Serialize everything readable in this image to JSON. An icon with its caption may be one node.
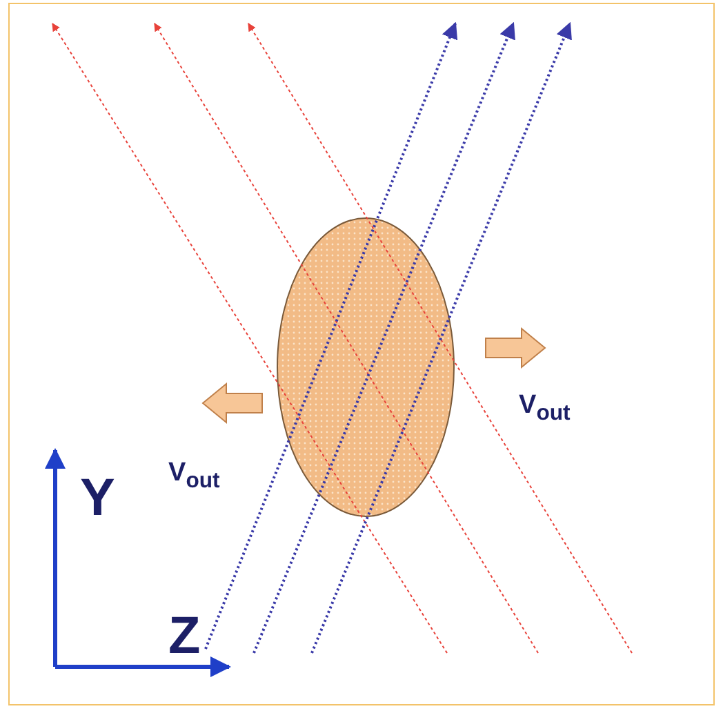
{
  "diagram": {
    "nodes": [
      {
        "text": [],
        "shape": "ellipse"
      }
    ],
    "labels": [
      "V$_{out}$",
      "V$_{out}$",
      "Y",
      "Z"
    ]
  }
}
